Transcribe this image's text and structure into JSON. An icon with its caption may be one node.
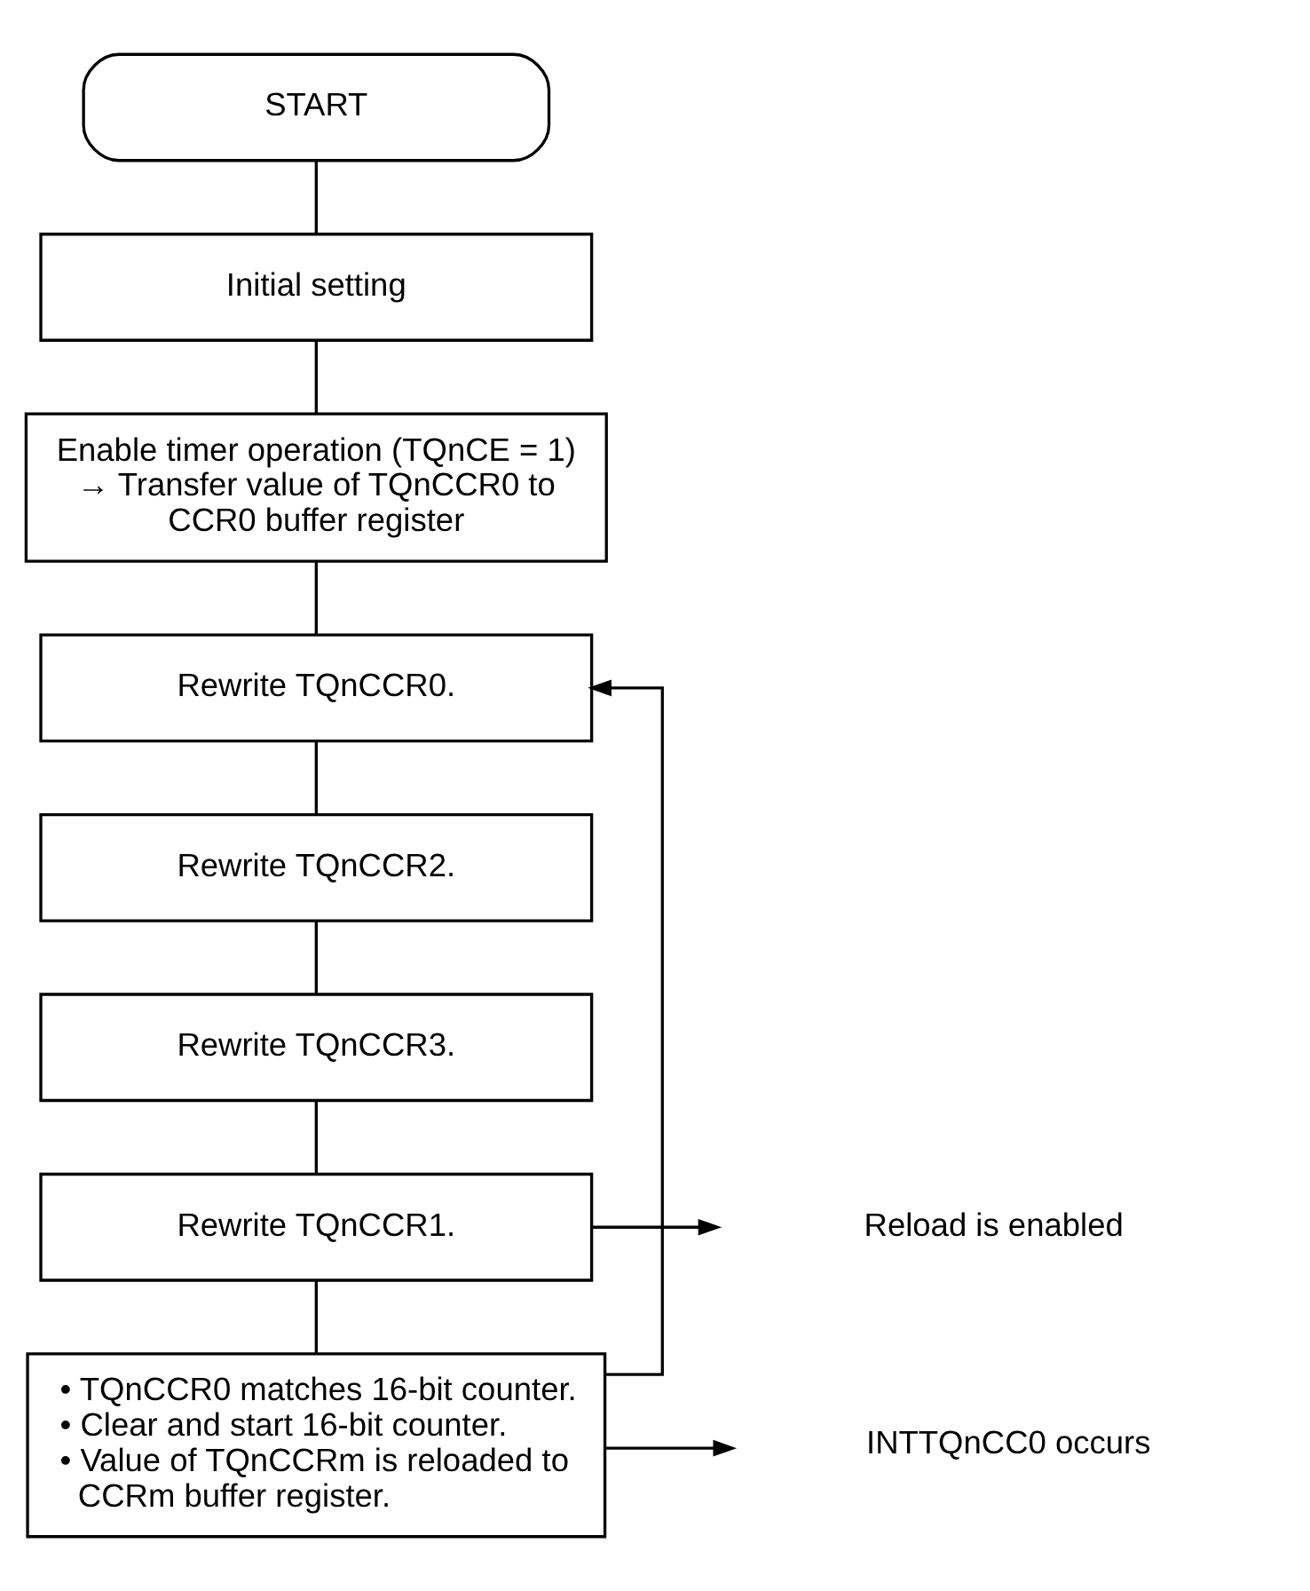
{
  "diagram": {
    "nodes": [
      {
        "text": [
          "START"
        ]
      },
      {
        "text": [
          "Initial setting"
        ]
      },
      {
        "text": [
          "Enable timer operation (TQnCE = 1) → Transfer value of TQnCCR0 to CCR0 buffer register"
        ]
      },
      {
        "text": [
          "Rewrite TQnCCR0."
        ]
      },
      {
        "text": [
          "Rewrite TQnCCR2."
        ]
      },
      {
        "text": [
          "Rewrite TQnCCR3."
        ]
      },
      {
        "text": [
          "Rewrite TQnCCR1."
        ]
      },
      {
        "text": [
          "• TQnCCR0 matches 16-bit counter.",
          "• Clear and start 16-bit counter.",
          "• Value of TQnCCRm is reloaded to CCRm buffer register."
        ]
      },
      {
        "text": [
          "Reload is enabled"
        ]
      },
      {
        "text": [
          "INTTQnCC0 occurs"
        ]
      }
    ],
    "edges": [
      {
        "from": 0,
        "to": 1,
        "arrow": "none"
      },
      {
        "from": 1,
        "to": 2,
        "arrow": "none"
      },
      {
        "from": 2,
        "to": 3,
        "arrow": "none"
      },
      {
        "from": 3,
        "to": 4,
        "arrow": "none"
      },
      {
        "from": 4,
        "to": 5,
        "arrow": "none"
      },
      {
        "from": 5,
        "to": 6,
        "arrow": "none"
      },
      {
        "from": 6,
        "to": 7,
        "arrow": "none"
      },
      {
        "from": 7,
        "to": 3,
        "arrow": "to"
      },
      {
        "from": 6,
        "to": 8,
        "arrow": "to"
      },
      {
        "from": 7,
        "to": 9,
        "arrow": "to"
      }
    ]
  }
}
